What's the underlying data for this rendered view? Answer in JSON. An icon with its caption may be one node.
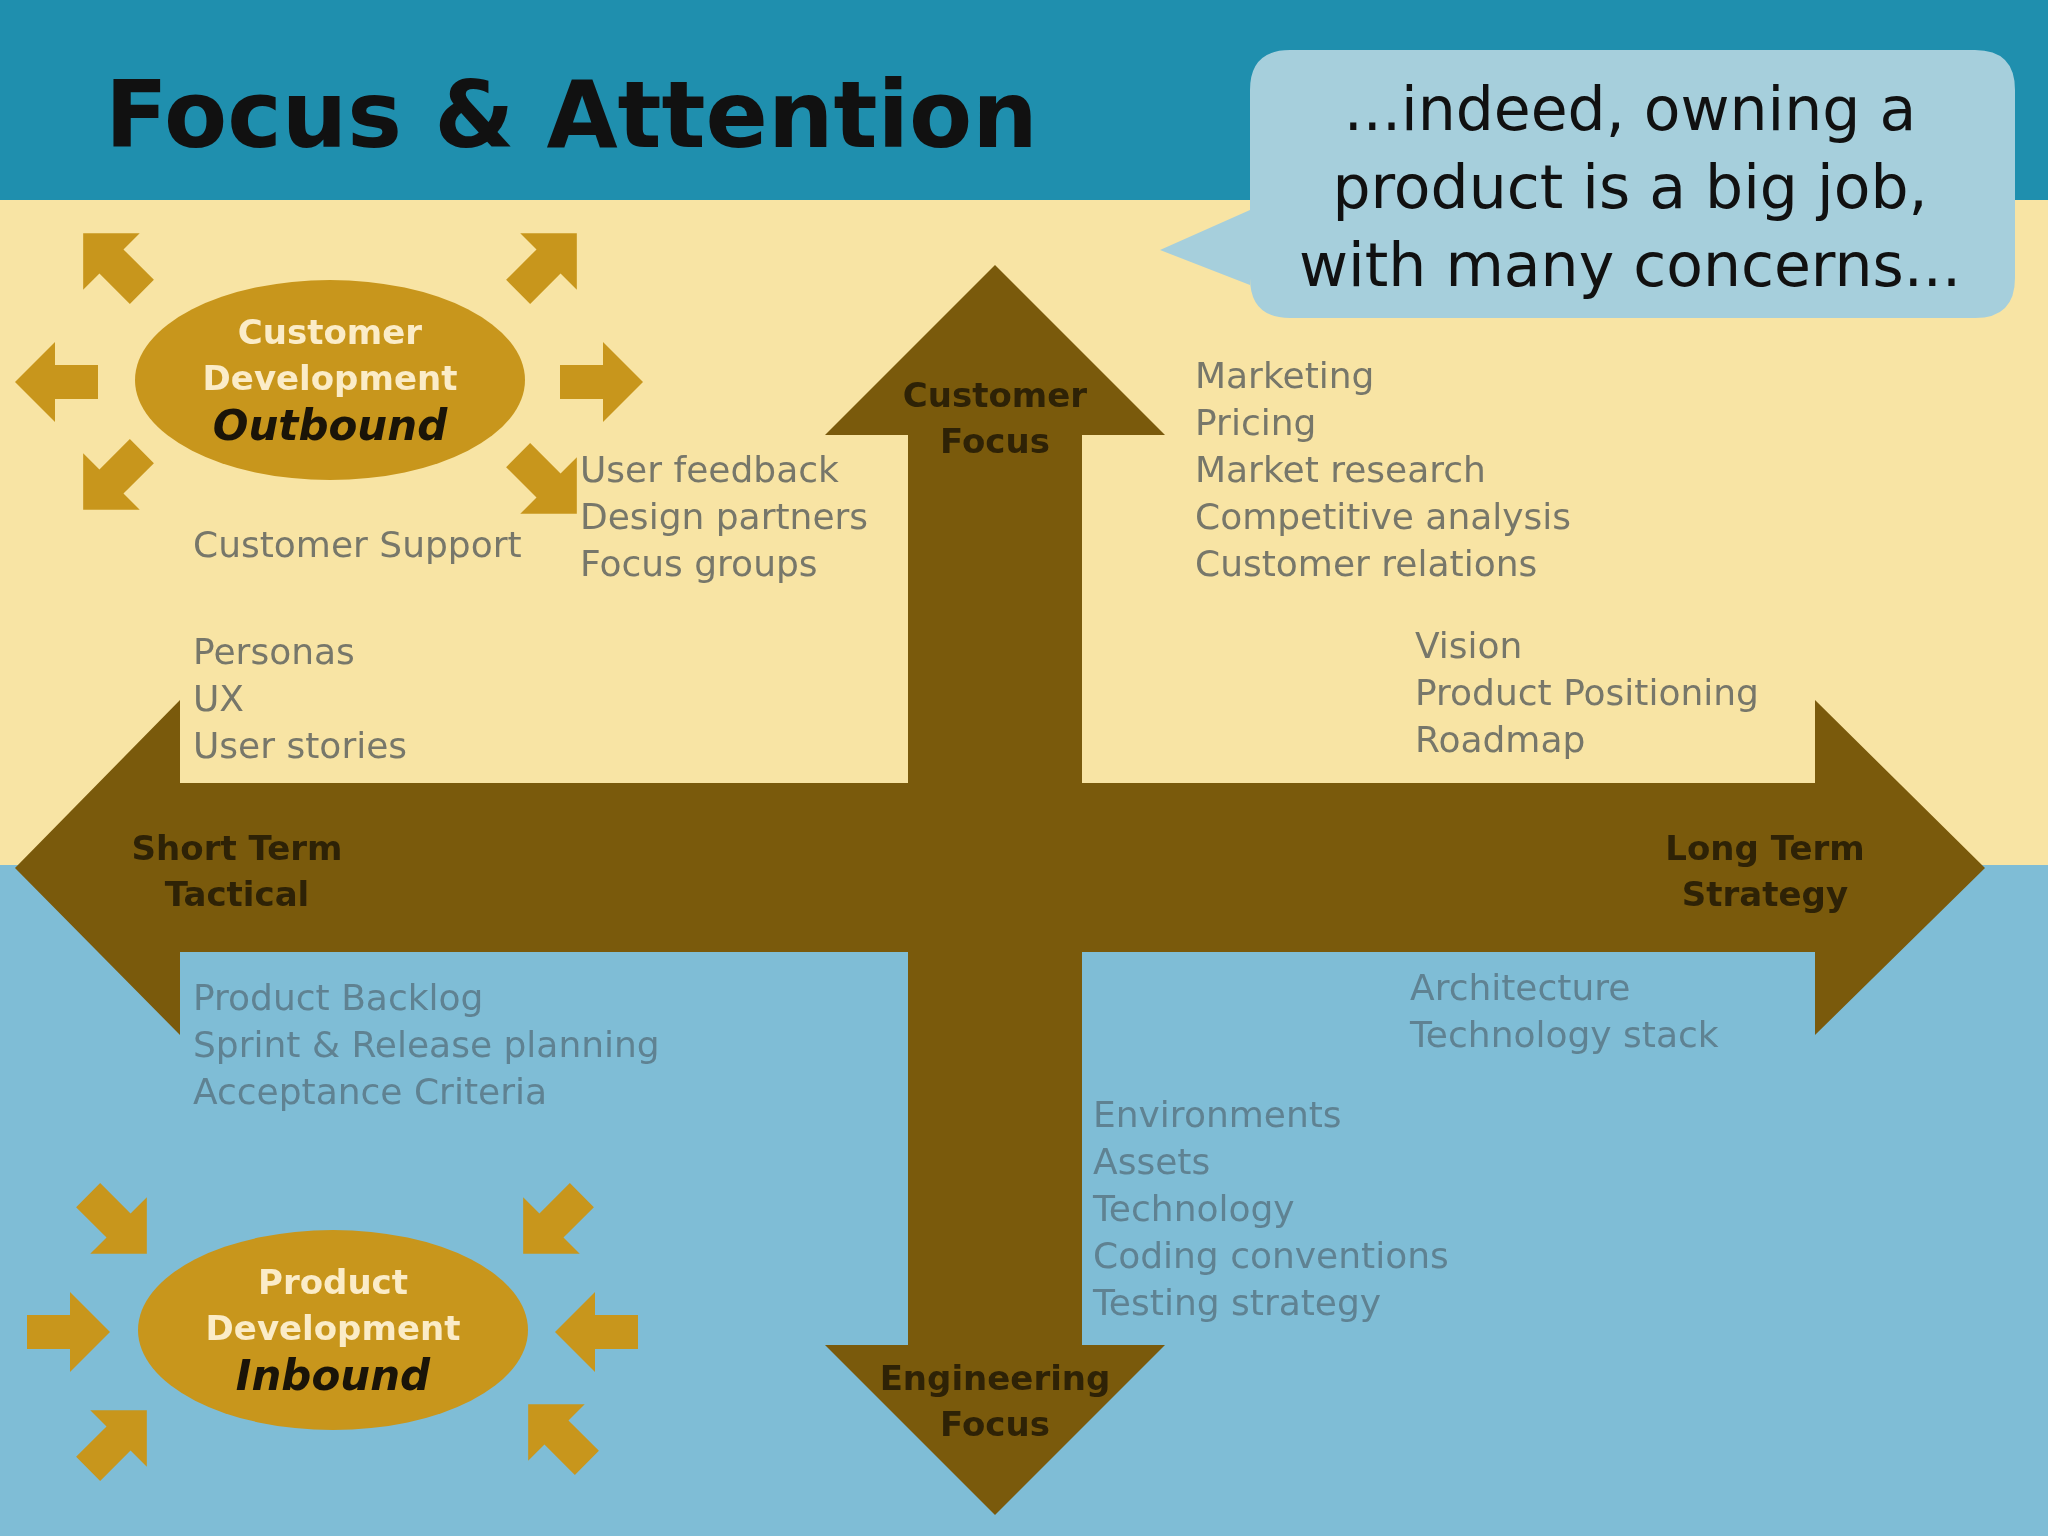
{
  "diagram": {
    "title": "Focus & Attention",
    "nodes": [
      {
        "text": [
          "...indeed, owning a product is a big job, with many concerns..."
        ]
      },
      {
        "text": [
          "Customer Development",
          "Outbound"
        ]
      },
      {
        "text": [
          "Product Development",
          "Inbound"
        ]
      }
    ],
    "labels": [
      "Customer Focus",
      "Marketing",
      "Pricing",
      "Market research",
      "Competitive analysis",
      "Customer relations",
      "User feedback",
      "Design partners",
      "Focus groups",
      "Customer Support",
      "Personas",
      "UX",
      "User stories",
      "Vision",
      "Product Positioning",
      "Roadmap",
      "Short Term Tactical",
      "Long Term Strategy",
      "Product Backlog",
      "Sprint & Release planning",
      "Acceptance Criteria",
      "Architecture",
      "Technology stack",
      "Environments",
      "Assets",
      "Technology",
      "Coding conventions",
      "Testing strategy",
      "Engineering Focus"
    ]
  }
}
